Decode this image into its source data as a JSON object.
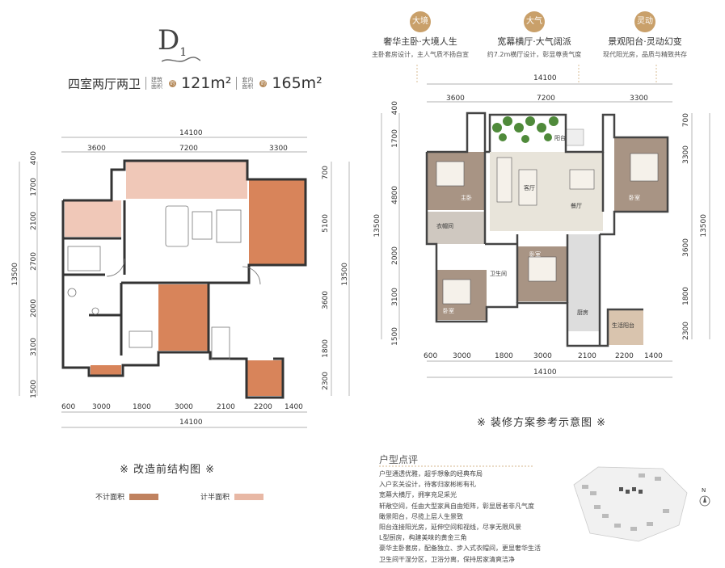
{
  "header": {
    "plan_code": "D",
    "plan_code_sub": "1",
    "layout": "四室两厅两卫",
    "built_area_label": "建筑面积",
    "built_area": "121m²",
    "inner_area_label": "套内面积",
    "inner_area": "165m²"
  },
  "left_plan": {
    "top_total": "14100",
    "top_segments": [
      "3600",
      "7200",
      "3300"
    ],
    "bottom_segments": [
      "600",
      "3000",
      "1800",
      "3000",
      "2100",
      "2200",
      "1400"
    ],
    "bottom_total": "14100",
    "left_total": "13500",
    "left_segments": [
      "400",
      "1700",
      "2100",
      "2700",
      "2000",
      "3100",
      "1500"
    ],
    "right_total": "13500",
    "right_segments": [
      "700",
      "5100",
      "3600",
      "1800",
      "2300"
    ],
    "caption": "※ 改造前结构图 ※",
    "legend_not_counted": "不计面积",
    "legend_half_counted": "计半面积"
  },
  "features": [
    {
      "badge": "大境",
      "title": "奢华主卧·大境人生",
      "desc": "主卧套房设计，主人气质不扬自宣"
    },
    {
      "badge": "大气",
      "title": "宽幕横厅·大气阔派",
      "desc": "约7.2m横厅设计，彰显尊贵气度"
    },
    {
      "badge": "灵动",
      "title": "景观阳台·灵动幻变",
      "desc": "现代阳光房，品质与精致共存"
    }
  ],
  "right_plan": {
    "top_total": "14100",
    "top_segments": [
      "3600",
      "7200",
      "3300"
    ],
    "bottom_segments": [
      "600",
      "3000",
      "1800",
      "3000",
      "2100",
      "2200",
      "1400"
    ],
    "bottom_total": "14100",
    "left_total": "13500",
    "left_segments": [
      "400",
      "1700",
      "4800",
      "2000",
      "3100",
      "1500"
    ],
    "right_total": "13500",
    "right_segments": [
      "700",
      "3300",
      "3600",
      "1800",
      "2300"
    ],
    "rooms": {
      "master": "主卧",
      "closet": "衣帽间",
      "living": "客厅",
      "dining": "餐厅",
      "bedroom_right": "卧室",
      "bedroom_mid": "卧室",
      "bedroom_lower": "卧室",
      "bath": "卫生间",
      "kitchen": "厨房",
      "balcony": "阳台",
      "service_balcony": "生活阳台"
    },
    "caption": "※ 装修方案参考示意图 ※"
  },
  "review": {
    "title": "户型点评",
    "items": [
      "户型通透优雅，超乎想象的经典布局",
      "入户玄关设计，待客归家彬彬有礼",
      "宽幕大横厅，拥享充足采光",
      "轩敞空间，任由大型家具自由矩阵，彰显居者非凡气度",
      "瞰景阳台，尽揽上层人生景致",
      "阳台连接阳光房，延伸空间和视线，尽享无限风景",
      "L型厨房，构建美味的黄金三角",
      "豪华主卧套房，配备独立、步入式衣帽间，更显奢华生活",
      "卫生间干湿分区，卫浴分离，保持居家清爽洁净"
    ]
  },
  "site_map": {
    "north": "N"
  },
  "colors": {
    "not_counted": "#c0825f",
    "half_counted": "#e8b8a5",
    "orange_room": "#d8845a",
    "pink_balcony": "#f0c8b8",
    "accent_gold": "#c9a06a"
  }
}
